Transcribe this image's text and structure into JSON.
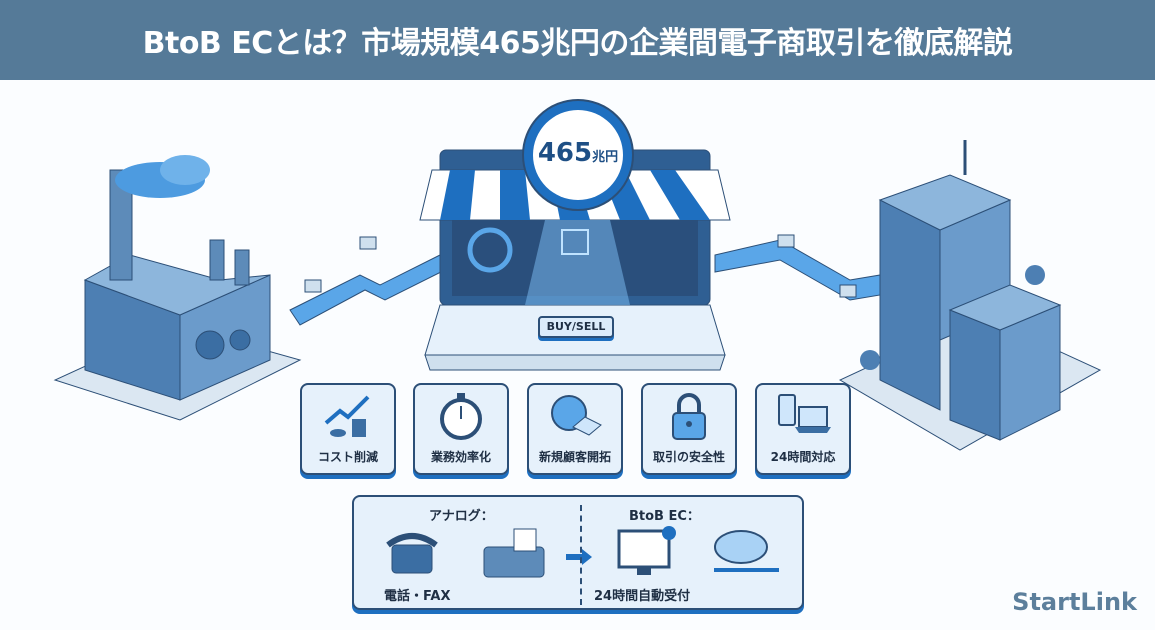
{
  "header": {
    "title": "BtoB ECとは？市場規模465兆円の企業間電子商取引を徹底解説"
  },
  "badge": {
    "value": "465",
    "unit": "兆円"
  },
  "laptop": {
    "button_label": "BUY/SELL"
  },
  "features": [
    {
      "label": "コスト削減",
      "icon": "chart-coins-icon"
    },
    {
      "label": "業務効率化",
      "icon": "stopwatch-icon"
    },
    {
      "label": "新規顧客開拓",
      "icon": "globe-handshake-icon"
    },
    {
      "label": "取引の安全性",
      "icon": "lock-icon"
    },
    {
      "label": "24時間対応",
      "icon": "devices-icon"
    }
  ],
  "comparison": {
    "analog_title": "アナログ：",
    "analog_caption": "電話・FAX",
    "ec_title": "BtoB EC：",
    "ec_caption": "24時間自動受付"
  },
  "brand": "StartLink",
  "colors": {
    "header": "#557a98",
    "accent": "#1e6fc0",
    "outline": "#2c4f77",
    "panel": "#e6f1fb"
  }
}
